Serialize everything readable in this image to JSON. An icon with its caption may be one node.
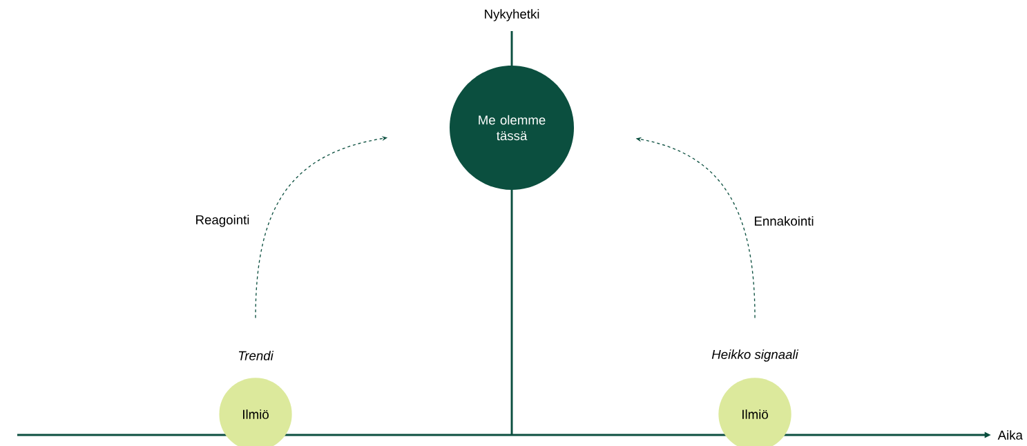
{
  "diagram": {
    "nodes": [
      {
        "text": [
          "Me olemme tässä"
        ]
      },
      {
        "text": [
          "Ilmiö"
        ],
        "beside": [
          "Trendi"
        ]
      },
      {
        "text": [
          "Ilmiö"
        ],
        "beside": [
          "Heikko signaali"
        ]
      }
    ],
    "edges": [
      {
        "from": 1,
        "to": 0,
        "arrow": "to",
        "style": "dashed",
        "label": "Reagointi"
      },
      {
        "from": 2,
        "to": 0,
        "arrow": "to",
        "style": "dashed",
        "label": "Ennakointi"
      }
    ],
    "labels": [
      "Nykyhetki",
      "Aika"
    ]
  }
}
